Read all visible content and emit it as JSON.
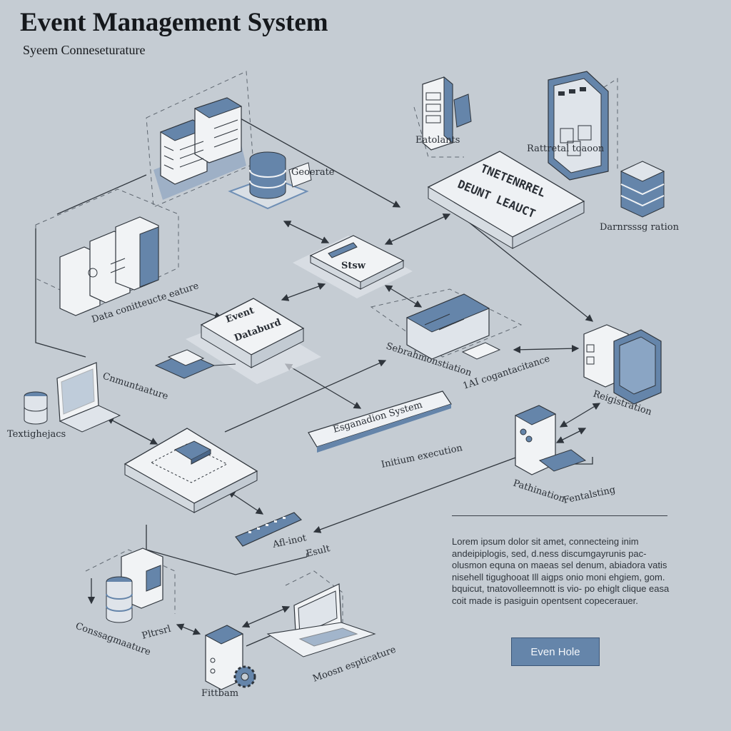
{
  "header": {
    "title": "Event Management System",
    "subtitle": "Syeem Conneseturature"
  },
  "nodes": {
    "top_left_servers": {
      "label": ""
    },
    "database_cylinder": {
      "label": "Geoerate"
    },
    "kiosk_panel": {
      "label": "Eatolants"
    },
    "rack_cabinet": {
      "label": "Rattretal toaoon"
    },
    "deunt_leauct": {
      "label_line1": "TNETENRREL",
      "label_line2": "DEUNT LEAUCT"
    },
    "disk_stack": {
      "label": "Darnrsssg ration"
    },
    "data_center": {
      "label": "Data conitteucte eature"
    },
    "stsw_switch": {
      "label": "Stsw"
    },
    "event_databurd": {
      "label_line1": "Event",
      "label_line2": "Databurd"
    },
    "router_small": {
      "label": ""
    },
    "drawer_module": {
      "label": "Sebrahmonstiation"
    },
    "card_capacitance": {
      "label": "1AI cogantacitance"
    },
    "laptop_left": {
      "label": "Cnmuntaature"
    },
    "db_left": {
      "label": "Textighejacs"
    },
    "registration_server": {
      "label": "Reigistration"
    },
    "registration_system_bar": {
      "label": "Esganadion System"
    },
    "main_board": {
      "label": ""
    },
    "pathination_pc": {
      "label": "Pathination"
    },
    "fentalsting": {
      "label": "Fentalsting"
    },
    "keypad": {
      "label": "Afl-inot"
    },
    "lower_db": {
      "label": "Conssagmaature"
    },
    "pthrd": {
      "label": "Pltrsrl"
    },
    "laptop_bottom": {
      "label": "Moosn espticature"
    },
    "tower_gear": {
      "label": "Fittbam"
    }
  },
  "annotations": {
    "initium_execution": "Initium execution",
    "esult": "Esult"
  },
  "info_panel": {
    "paragraph": "Lorem ipsum dolor sit amet, connecteing inim andeipiplogis, sed, d.ness discumgayrunis pac- olusmon equna  on maeas sel denum, abiadora vatis nisehell tigughooat Ill aigps onio moni ehgiem, gom. bquicut, tnatovolleemnott is vio- po ehiglt clique easa coit made is pasiguin opentsent copecerauer.",
    "button_label": "Even Hole"
  },
  "colors": {
    "background": "#c5ccd3",
    "accent_blue": "#6585aa",
    "line": "#2f353c"
  }
}
